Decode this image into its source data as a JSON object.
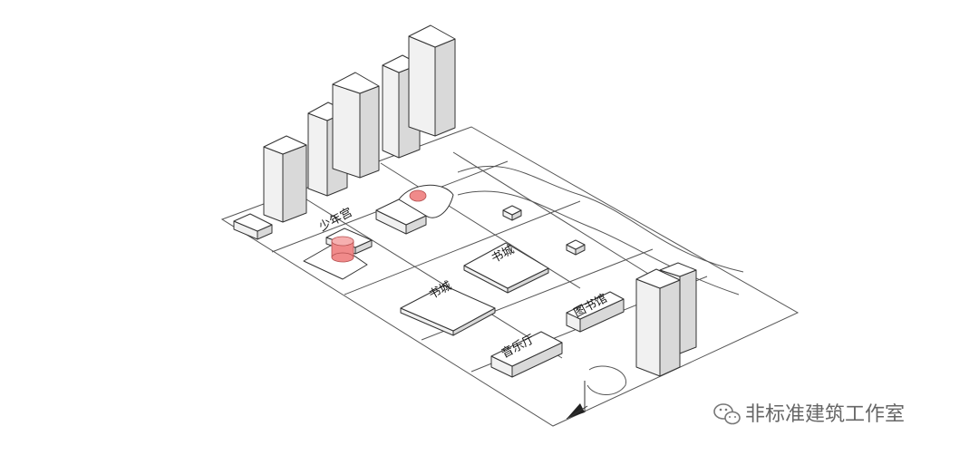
{
  "labels": {
    "youth_palace": "少年宫",
    "bookstore_a": "书城",
    "bookstore_b": "书城",
    "library": "图书馆",
    "concert_hall": "音乐厅"
  },
  "watermark": {
    "text": "非标准建筑工作室",
    "icon": "wechat-icon"
  },
  "colors": {
    "accent": "#f08a8a",
    "line": "#333333"
  }
}
